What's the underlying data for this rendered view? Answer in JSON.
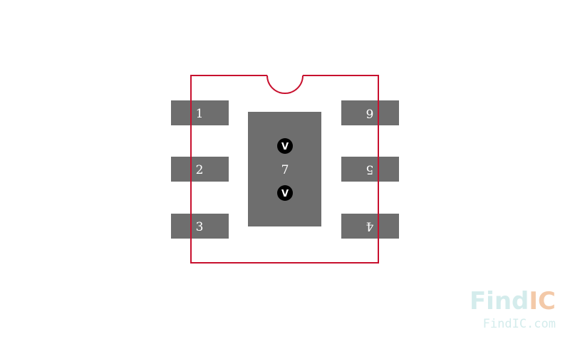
{
  "footprint": {
    "outline_color": "#c8102e",
    "pad_color": "#6e6e6e",
    "via_color": "#000000",
    "pads_left": [
      "1",
      "2",
      "3"
    ],
    "pads_right": [
      "6",
      "5",
      "4"
    ],
    "center_pad": "7",
    "via_symbol": "V"
  },
  "watermark": {
    "brand_top": "FindIC",
    "brand_bottom": "FindIC.com",
    "brand_color_main": "#d4ecec",
    "brand_color_accent": "#f3c9a8"
  }
}
